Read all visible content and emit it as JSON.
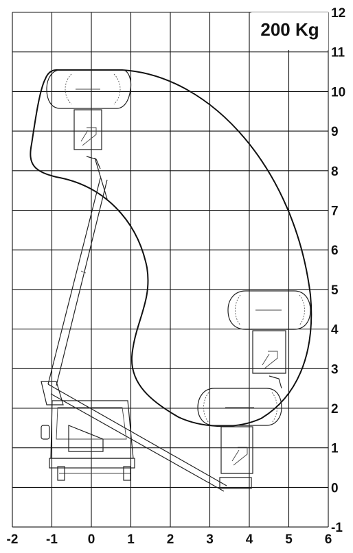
{
  "load": "200 Kg",
  "x_ticks": [
    "-2",
    "-1",
    "0",
    "1",
    "2",
    "3",
    "4",
    "5",
    "6"
  ],
  "y_ticks": [
    "12",
    "11",
    "10",
    "9",
    "8",
    "7",
    "6",
    "5",
    "4",
    "3",
    "2",
    "1",
    "0",
    "-1"
  ],
  "colors": {
    "line": "#111111",
    "background": "#ffffff"
  }
}
